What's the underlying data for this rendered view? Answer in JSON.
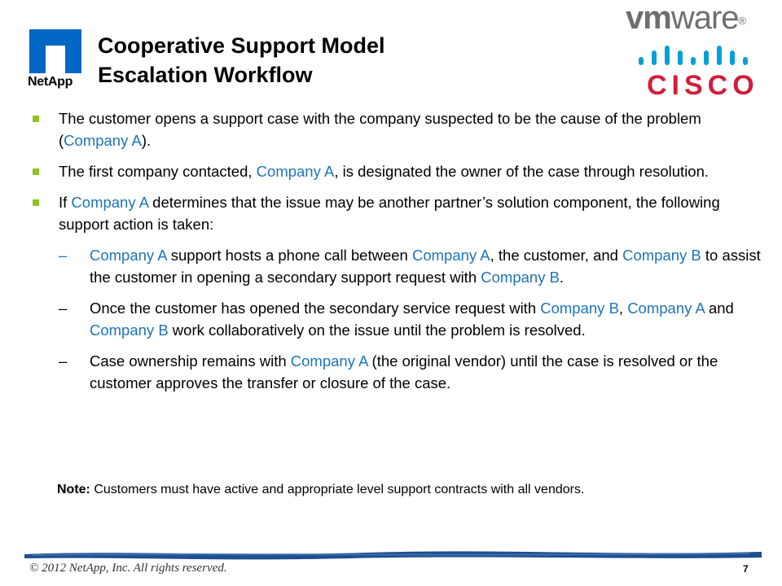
{
  "logos": {
    "netapp": "NetApp",
    "vmware_vm": "vm",
    "vmware_ware": "ware",
    "vmware_reg": "®",
    "cisco": "CISCO"
  },
  "title": {
    "line1": "Cooperative Support Model",
    "line2": "Escalation Workflow"
  },
  "colors": {
    "highlight": "#1f74b8",
    "bullet": "#8fc31f",
    "netapp_blue": "#0067c5",
    "cisco_red": "#cf1f3b",
    "cisco_bars": "#049fd9",
    "vmware_gray": "#6d6e71",
    "footer_bar": "#1f4f8f"
  },
  "bullets": {
    "b1": {
      "t1": "The customer opens a support case with the company suspected to be the cause of the problem (",
      "h1": "Company A",
      "t2": ")."
    },
    "b2": {
      "t1": "The first company contacted, ",
      "h1": "Company A",
      "t2": ", is designated the owner of the case through resolution."
    },
    "b3": {
      "t1": "If ",
      "h1": "Company A",
      "t2": " determines that the issue may be another partner’s solution component, the following support action is taken:"
    }
  },
  "subs": {
    "dash": "–",
    "s1": {
      "h1": "Company A",
      "t1": " support hosts a phone call between ",
      "h2": "Company A",
      "t2": ", the customer, and ",
      "h3": "Company B",
      "t3": " to assist the customer in opening a secondary support request with ",
      "h4": "Company B",
      "t4": "."
    },
    "s2": {
      "t1": "Once the customer has opened the secondary service request with ",
      "h1": "Company B",
      "t2": ", ",
      "h2": "Company A",
      "t3": " and ",
      "h3": "Company B",
      "t4": " work collaboratively on the issue until the problem is resolved."
    },
    "s3": {
      "t1": "Case ownership remains with ",
      "h1": "Company A",
      "t2": " (the original vendor) until the case is resolved or the customer approves the transfer or closure of the case."
    }
  },
  "note": {
    "label": "Note:",
    "text": " Customers must have active and appropriate level support contracts with all vendors."
  },
  "footer": {
    "copyright": "© 2012 NetApp, Inc. All rights reserved.",
    "page_number": "7"
  }
}
